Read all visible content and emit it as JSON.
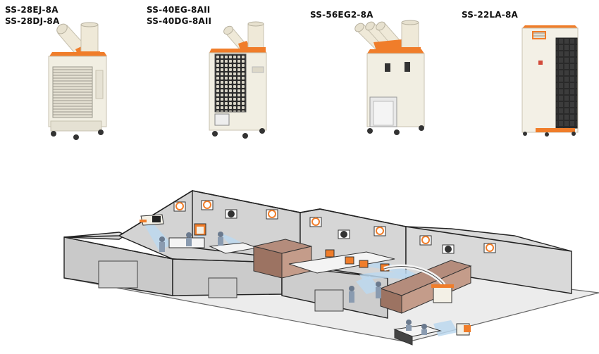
{
  "models": [
    {
      "lines": [
        "SS-28EJ-8A",
        "SS-28DJ-8A"
      ]
    },
    {
      "lines": [
        "SS-40EG-8AII",
        "SS-40DG-8AII"
      ]
    },
    {
      "lines": [
        "SS-56EG2-8A"
      ]
    },
    {
      "lines": [
        "SS-22LA-8A"
      ]
    }
  ],
  "colors": {
    "accent_orange": "#f07d2a",
    "body_cream": "#f1eee2",
    "wall_gray": "#d6d6d6",
    "floor_gray": "#e9e9e9",
    "airflow_blue": "#bcd8ee"
  }
}
